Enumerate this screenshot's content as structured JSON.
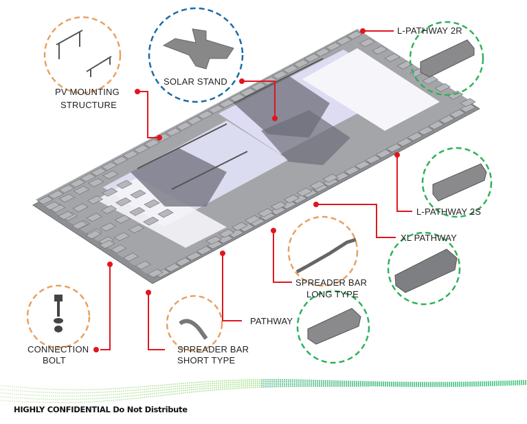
{
  "labels": {
    "pv_mounting": [
      "PV MOUNTING",
      "STRUCTURE"
    ],
    "solar_stand": "SOLAR STAND",
    "l_pathway_2r": "L-PATHWAY 2R",
    "l_pathway_2s": "L-PATHWAY 2S",
    "xl_pathway": "XL PATHWAY",
    "spreader_long": [
      "SPREADER BAR",
      "LONG TYPE"
    ],
    "pathway": "PATHWAY",
    "spreader_short": [
      "SPREADER BAR",
      "SHORT TYPE"
    ],
    "connection_bolt": [
      "CONNECTION",
      "BOLT"
    ]
  },
  "footer": "HIGHLY CONFIDENTIAL Do Not Distribute",
  "colors": {
    "leader": "#e0161e",
    "orange_ring": "#e8a060",
    "blue_ring": "#1a6aa8",
    "green_ring": "#2fb15a",
    "pontoon": "#8c8c8e",
    "panel": "#dcdcf2"
  }
}
